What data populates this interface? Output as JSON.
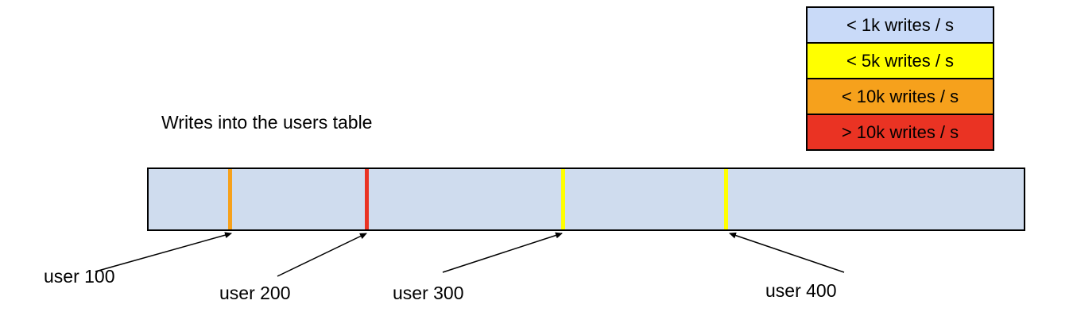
{
  "title": "Writes into the users table",
  "legend": {
    "items": [
      {
        "label": "< 1k writes / s",
        "color": "#c9daf8"
      },
      {
        "label": "< 5k writes / s",
        "color": "#ffff00"
      },
      {
        "label": "< 10k writes / s",
        "color": "#f6a11c"
      },
      {
        "label": "> 10k writes / s",
        "color": "#ea3323"
      }
    ]
  },
  "bar": {
    "fill": "#cfdcee",
    "border": "#000000"
  },
  "marks": [
    {
      "label": "user 100",
      "rate": "< 10k writes / s",
      "color": "#f6a11c"
    },
    {
      "label": "user 200",
      "rate": "> 10k writes / s",
      "color": "#ea3323"
    },
    {
      "label": "user 300",
      "rate": "< 5k writes / s",
      "color": "#ffff00"
    },
    {
      "label": "user 400",
      "rate": "< 5k writes / s",
      "color": "#ffff00"
    }
  ]
}
